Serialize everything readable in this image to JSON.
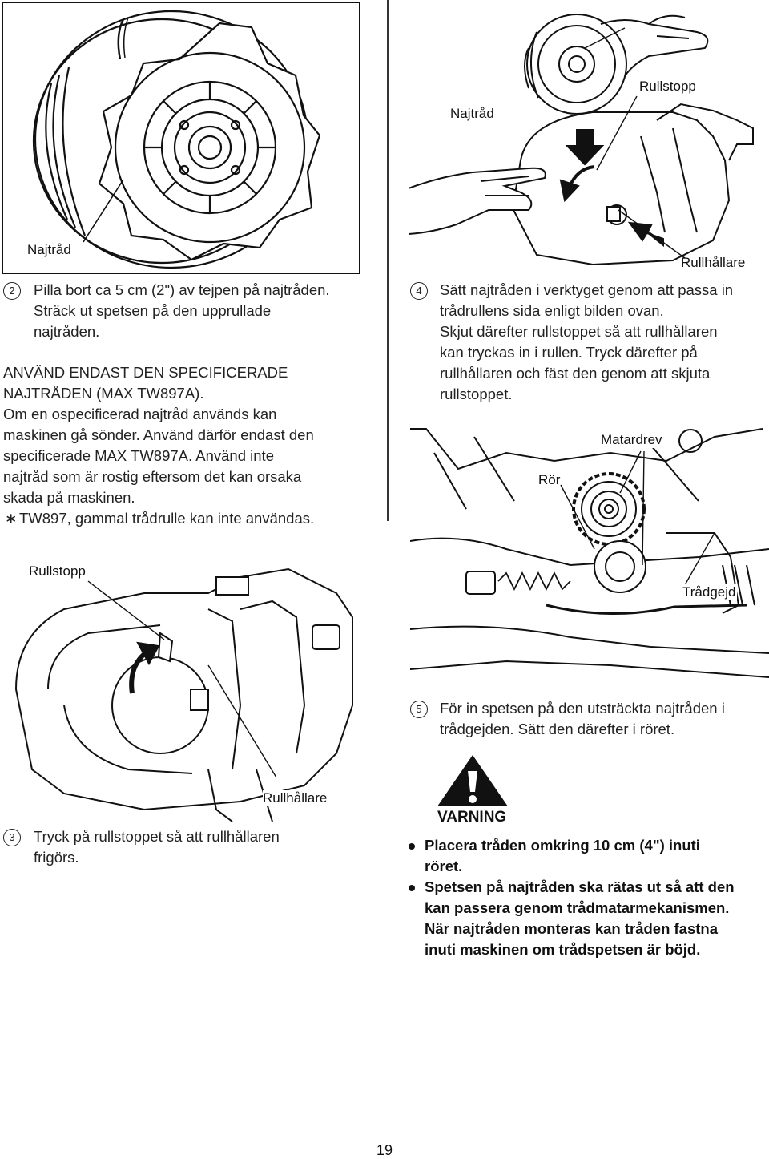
{
  "figures": {
    "fig1": {
      "label_najtrad": "Najtråd"
    },
    "fig2": {
      "label_najtrad": "Najtråd",
      "label_rullstopp": "Rullstopp",
      "label_rullhallare": "Rullhållare"
    },
    "fig3": {
      "label_rullstopp": "Rullstopp",
      "label_rullhallare": "Rullhållare"
    },
    "fig4": {
      "label_matardrev": "Matardrev",
      "label_ror": "Rör",
      "label_tradgejd": "Trådgejd"
    }
  },
  "step2": {
    "number": "2",
    "lines": [
      "Pilla bort ca 5 cm (2\") av tejpen på najtråden.",
      "Sträck ut spetsen på den upprullade",
      "najtråden."
    ]
  },
  "notice": {
    "bold_lines": [
      "ANVÄND ENDAST DEN SPECIFICERADE",
      "NAJTRÅDEN (MAX TW897A)."
    ],
    "lines": [
      "Om en ospecificerad najtråd används kan",
      "maskinen gå sönder. Använd därför endast den",
      "specificerade MAX TW897A. Använd inte",
      "najtråd som är rostig eftersom det kan orsaka",
      "skada på maskinen."
    ],
    "asterisk": "∗",
    "note": "TW897, gammal trådrulle kan inte användas."
  },
  "step4": {
    "number": "4",
    "lines": [
      "Sätt najtråden i verktyget genom att passa in",
      "trådrullens sida enligt bilden ovan.",
      "Skjut därefter rullstoppet så att rullhållaren",
      "kan tryckas in i rullen. Tryck därefter på",
      "rullhållaren och fäst den genom att skjuta",
      "rullstoppet."
    ]
  },
  "step3": {
    "number": "3",
    "lines": [
      "Tryck på rullstoppet så att rullhållaren",
      "frigörs."
    ]
  },
  "step5": {
    "number": "5",
    "lines": [
      "För in spetsen på den utsträckta najtråden i",
      "trådgejden. Sätt den därefter i röret."
    ]
  },
  "warning": {
    "title": "VARNING",
    "bullets": [
      [
        "Placera tråden omkring 10 cm (4\") inuti",
        "röret."
      ],
      [
        "Spetsen på najtråden ska rätas ut så att den",
        "kan passera genom trådmatarmekanismen.",
        "När najtråden monteras kan tråden fastna",
        "inuti maskinen om trådspetsen är böjd."
      ]
    ]
  },
  "page_number": "19"
}
